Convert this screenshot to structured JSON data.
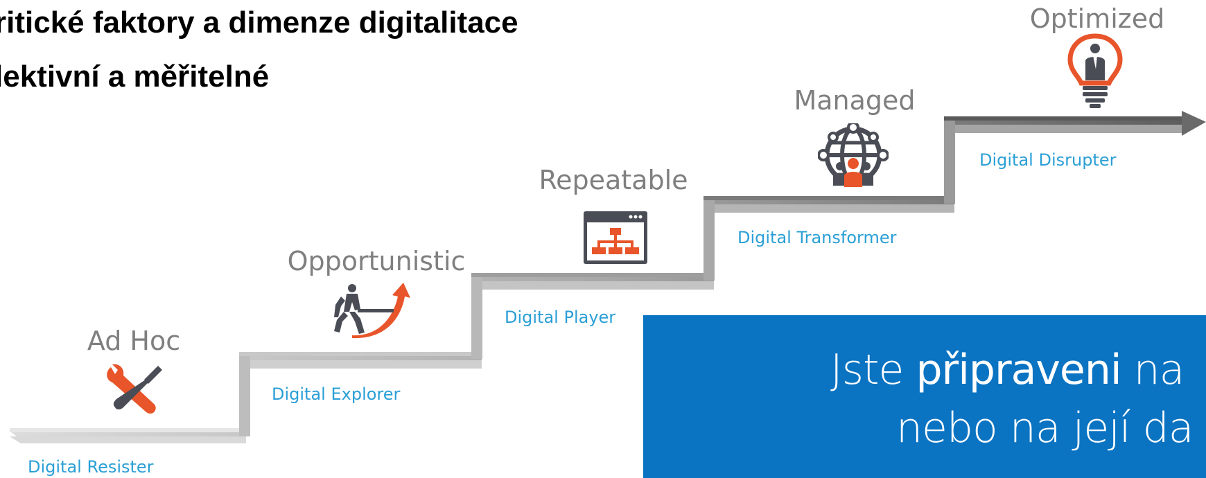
{
  "heading": {
    "line1": "ritické faktory a dimenze digitalitace",
    "line2": "lektivní a měřitelné"
  },
  "levels": [
    "Ad Hoc",
    "Opportunistic",
    "Repeatable",
    "Managed",
    "Optimized"
  ],
  "stages": [
    "Digital Resister",
    "Digital Explorer",
    "Digital Player",
    "Digital Transformer",
    "Digital Disrupter"
  ],
  "icons": [
    "tools-icon",
    "tug-of-war-icon",
    "org-chart-window-icon",
    "global-network-icon",
    "idea-bulb-icon"
  ],
  "banner": {
    "text1_part1": "Jste ",
    "text1_emph": "připraveni",
    "text1_part2": " na",
    "text2": "nebo na její da"
  },
  "colors": {
    "accent_orange": "#e8552a",
    "stage_blue": "#2a9fd6",
    "banner_blue": "#0a73c2",
    "level_gray": "#7f7f7f",
    "icon_dark": "#4a4d55"
  }
}
